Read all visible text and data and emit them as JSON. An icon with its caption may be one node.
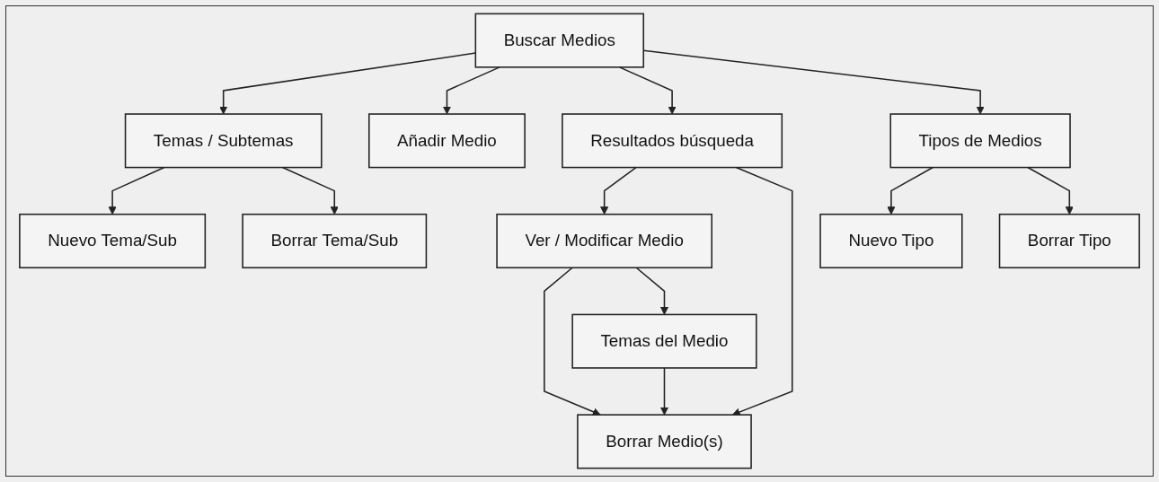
{
  "diagram": {
    "nodes": [
      {
        "text": [
          "Buscar Medios"
        ]
      },
      {
        "text": [
          "Temas / Subtemas"
        ]
      },
      {
        "text": [
          "Añadir Medio"
        ]
      },
      {
        "text": [
          "Nuevo Tema/Sub"
        ]
      },
      {
        "text": [
          "Tipos de Medios"
        ]
      },
      {
        "text": [
          "Resultados búsqueda"
        ]
      },
      {
        "text": [
          "Nuevo Tipo"
        ]
      },
      {
        "text": [
          "Borrar Tema/Sub"
        ]
      },
      {
        "text": [
          "Ver / Modificar Medio"
        ]
      },
      {
        "text": [
          "Borrar Tipo"
        ]
      },
      {
        "text": [
          "Borrar Medio(s)"
        ]
      },
      {
        "text": [
          "Temas del Medio"
        ]
      }
    ],
    "edges": [
      {
        "from": 0,
        "to": 1,
        "arrow": "to"
      },
      {
        "from": 0,
        "to": 2,
        "arrow": "to"
      },
      {
        "from": 0,
        "to": 5,
        "arrow": "to"
      },
      {
        "from": 0,
        "to": 4,
        "arrow": "to"
      },
      {
        "from": 1,
        "to": 3,
        "arrow": "to"
      },
      {
        "from": 1,
        "to": 7,
        "arrow": "to"
      },
      {
        "from": 4,
        "to": 6,
        "arrow": "to"
      },
      {
        "from": 4,
        "to": 9,
        "arrow": "to"
      },
      {
        "from": 5,
        "to": 8,
        "arrow": "to"
      },
      {
        "from": 5,
        "to": 10,
        "arrow": "to"
      },
      {
        "from": 8,
        "to": 10,
        "arrow": "to"
      },
      {
        "from": 8,
        "to": 11,
        "arrow": "to"
      },
      {
        "from": 11,
        "to": 10,
        "arrow": "to"
      }
    ]
  }
}
